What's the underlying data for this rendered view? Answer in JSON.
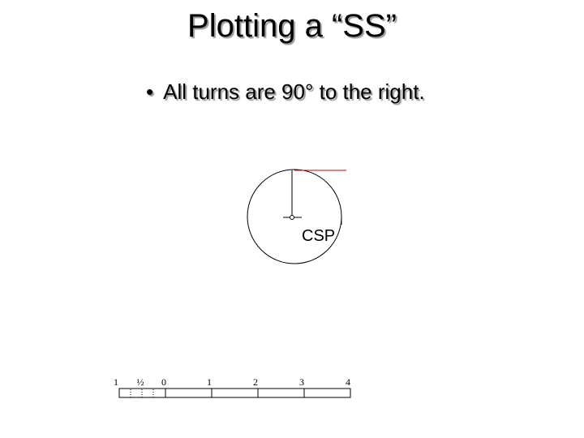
{
  "title": "Plotting a “SS”",
  "bullet": {
    "symbol": "•",
    "text": "All turns are 90° to the right."
  },
  "diagram": {
    "csp_label": "CSP",
    "colors": {
      "circle": "#000000",
      "track": "#000000",
      "ship_heading": "#cc0000"
    }
  },
  "scale": {
    "labels": [
      "1",
      "½",
      "0",
      "1",
      "2",
      "3",
      "4"
    ]
  }
}
